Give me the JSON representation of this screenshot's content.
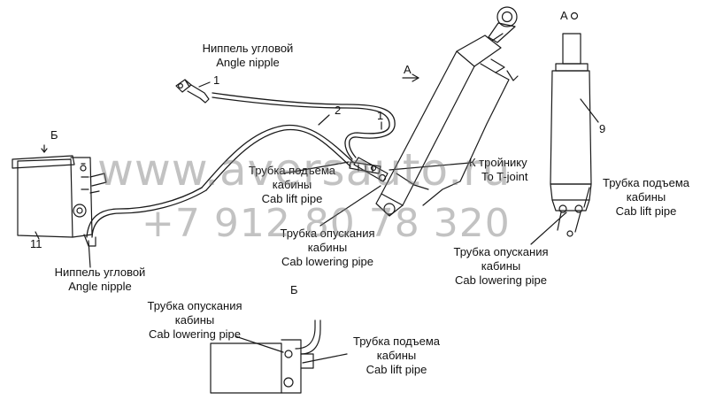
{
  "labels": {
    "nipple_top": [
      "Ниппель угловой",
      "Angle nipple"
    ],
    "nipple_bottom": [
      "Ниппель угловой",
      "Angle nipple"
    ],
    "lift_center": [
      "Трубка подъема",
      "кабины",
      "Cab lift pipe"
    ],
    "lowering_center": [
      "Трубка опускания",
      "кабины",
      "Cab lowering pipe"
    ],
    "tee": [
      "К тройнику",
      "To T-joint"
    ],
    "lift_right": [
      "Трубка подъема",
      "кабины",
      "Cab lift pipe"
    ],
    "lowering_right": [
      "Трубка опускания",
      "кабины",
      "Cab lowering pipe"
    ],
    "lowering_detail": [
      "Трубка опускания",
      "кабины",
      "Cab lowering pipe"
    ],
    "lift_detail": [
      "Трубка подъема",
      "кабины",
      "Cab lift pipe"
    ]
  },
  "callouts": {
    "n1_top": "1",
    "n1_mid": "1",
    "n2": "2",
    "n9": "9",
    "n11": "11",
    "view_a_arrow": "А",
    "view_a_title": "А",
    "view_b_arrow": "Б",
    "view_b_title": "Б"
  },
  "watermark": {
    "site": "www.aversauto.ru",
    "phone": "+7 912 80 78 320"
  }
}
